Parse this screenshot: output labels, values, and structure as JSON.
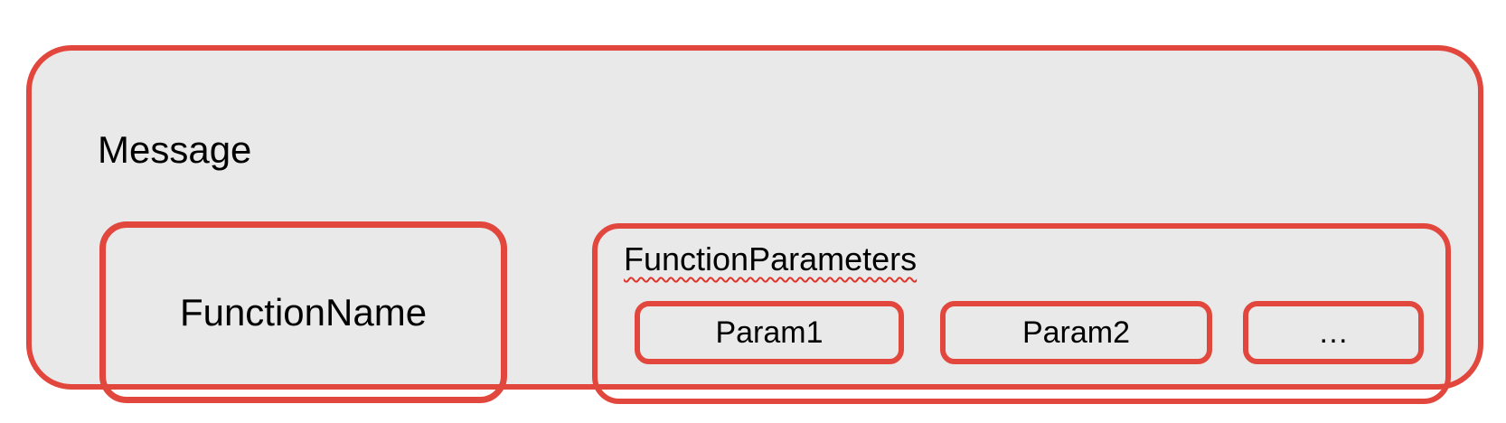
{
  "colors": {
    "box_border": "#e2473d",
    "box_fill": "#e9e9e9",
    "text": "#000000",
    "squiggle": "#e0352b",
    "canvas_bg": "#ffffff"
  },
  "message": {
    "label": "Message"
  },
  "function_name": {
    "label": "FunctionName"
  },
  "function_parameters": {
    "label": "FunctionParameters",
    "params": [
      {
        "label": "Param1"
      },
      {
        "label": "Param2"
      },
      {
        "label": "…"
      }
    ]
  }
}
